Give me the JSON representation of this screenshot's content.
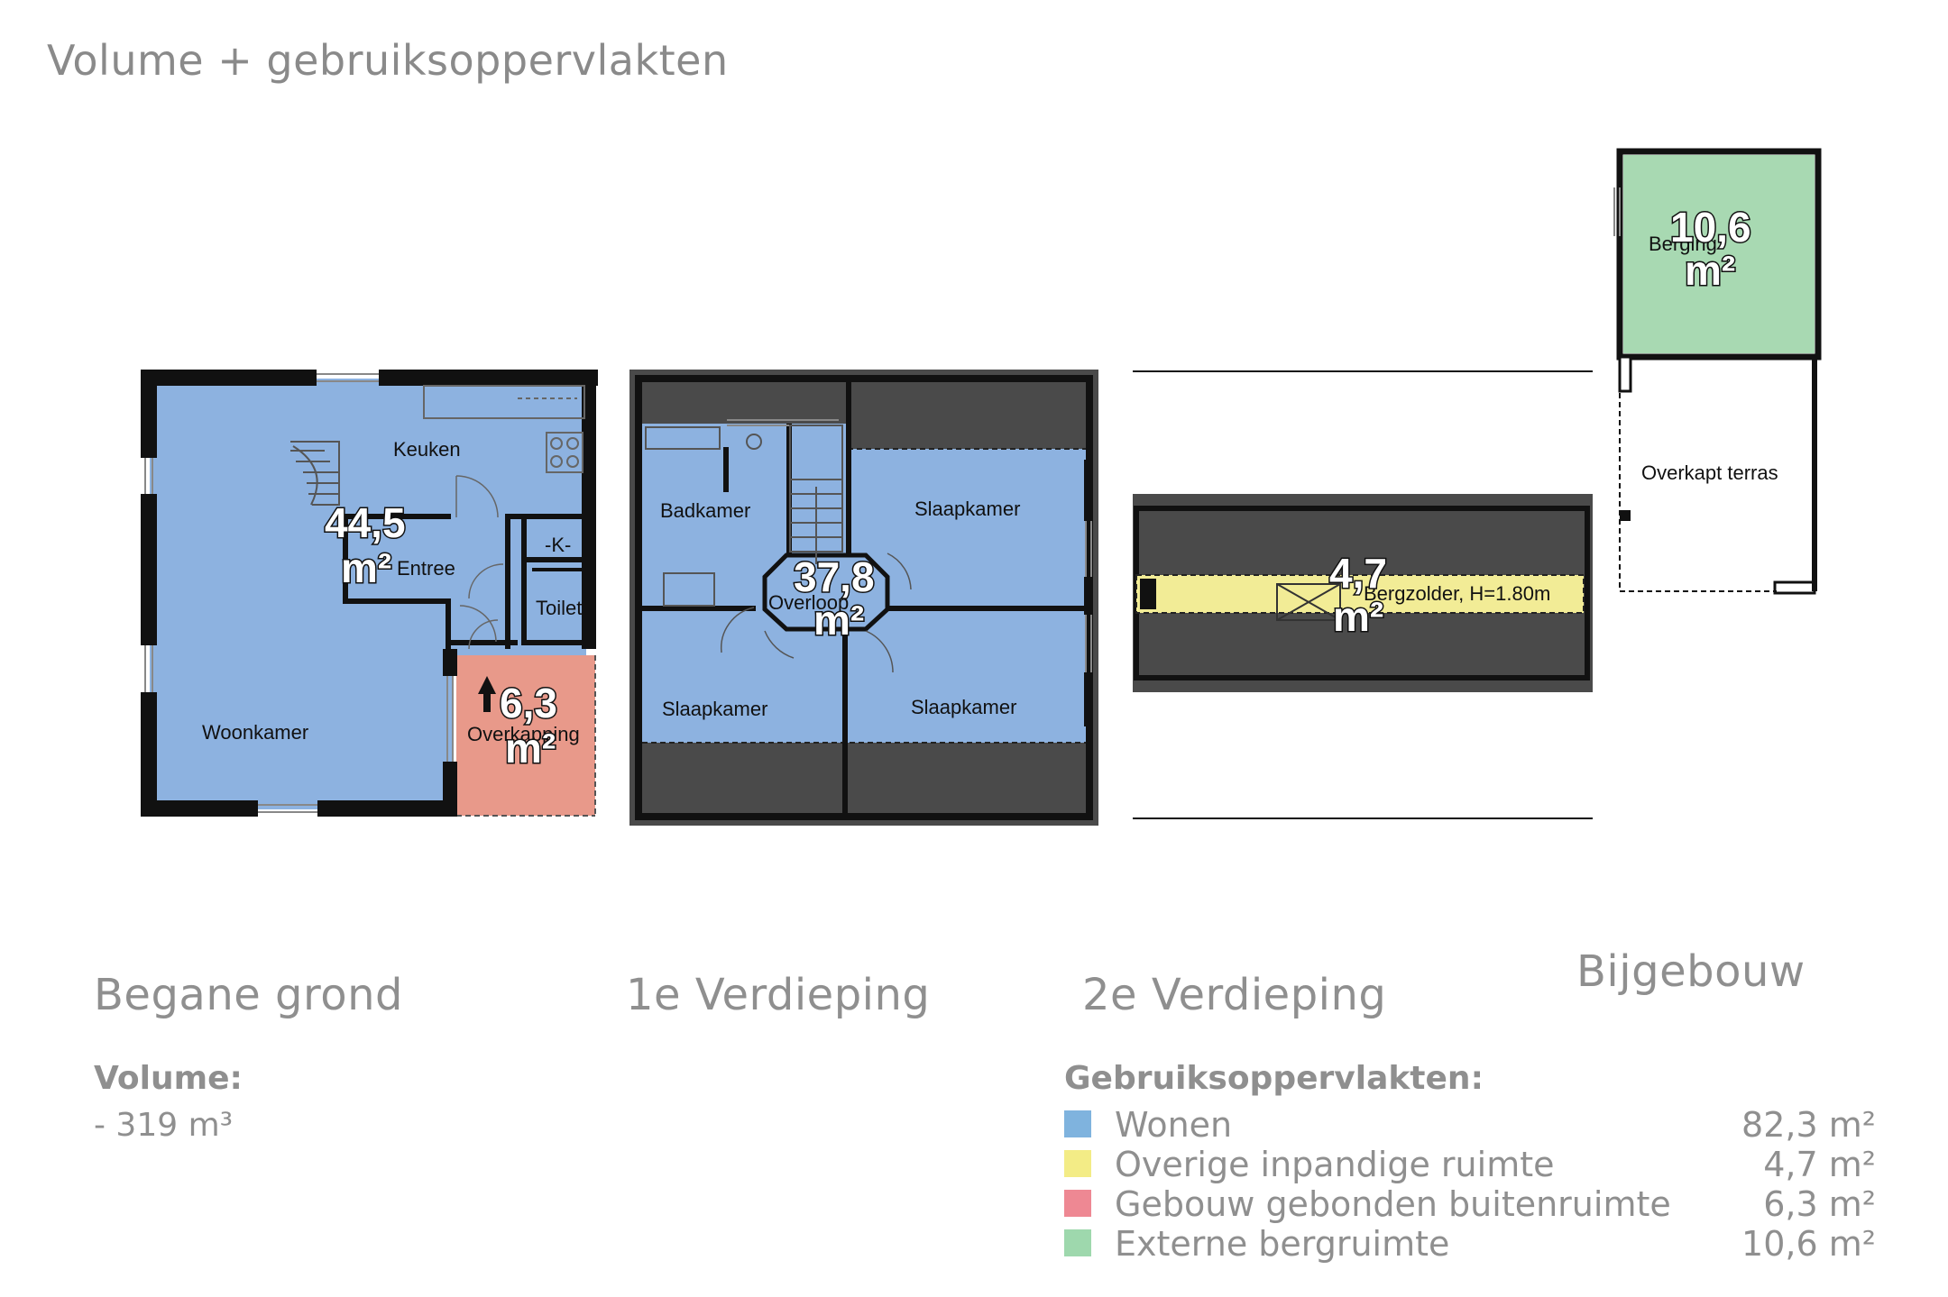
{
  "title": "Volume + gebruiksoppervlakten",
  "floors": {
    "ground": {
      "label": "Begane grond",
      "rooms": {
        "keuken": "Keuken",
        "entree": "Entree",
        "k": "-K-",
        "toilet": "Toilet",
        "woonkamer": "Woonkamer",
        "overkapping": "Overkapping"
      },
      "areas": {
        "living_value": "44,5",
        "living_unit": "m²",
        "outdoor_value": "6,3",
        "outdoor_unit": "m²"
      }
    },
    "first": {
      "label": "1e Verdieping",
      "rooms": {
        "badkamer": "Badkamer",
        "slaapkamer_1": "Slaapkamer",
        "overloop": "Overloop",
        "slaapkamer_2": "Slaapkamer",
        "slaapkamer_3": "Slaapkamer"
      },
      "areas": {
        "living_value": "37,8",
        "living_unit": "m²"
      }
    },
    "second": {
      "label": "2e Verdieping",
      "rooms": {
        "bergzolder": "Bergzolder, H=1.80m"
      },
      "areas": {
        "storage_value": "4,7",
        "storage_unit": "m²"
      }
    },
    "annex": {
      "label": "Bijgebouw",
      "rooms": {
        "berging": "Berging",
        "overkapt_terras": "Overkapt terras"
      },
      "areas": {
        "shed_value": "10,6",
        "shed_unit": "m²"
      }
    }
  },
  "volume": {
    "title": "Volume:",
    "value": "- 319 m³"
  },
  "legend": {
    "title": "Gebruiksoppervlakten:",
    "items": [
      {
        "label": "Wonen",
        "value": "82,3 m²",
        "color": "#7fb3de"
      },
      {
        "label": "Overige inpandige ruimte",
        "value": "4,7 m²",
        "color": "#f3ec86"
      },
      {
        "label": "Gebouw gebonden buitenruimte",
        "value": "6,3 m²",
        "color": "#ee8893"
      },
      {
        "label": "Externe bergruimte",
        "value": "10,6 m²",
        "color": "#9ed8ad"
      }
    ]
  },
  "colors": {
    "living": "#8db2e0",
    "outdoor": "#e8998a",
    "attic": "#f2ec96",
    "shed": "#a8d9b2",
    "roof": "#4a4a4a",
    "wall": "#111111"
  }
}
